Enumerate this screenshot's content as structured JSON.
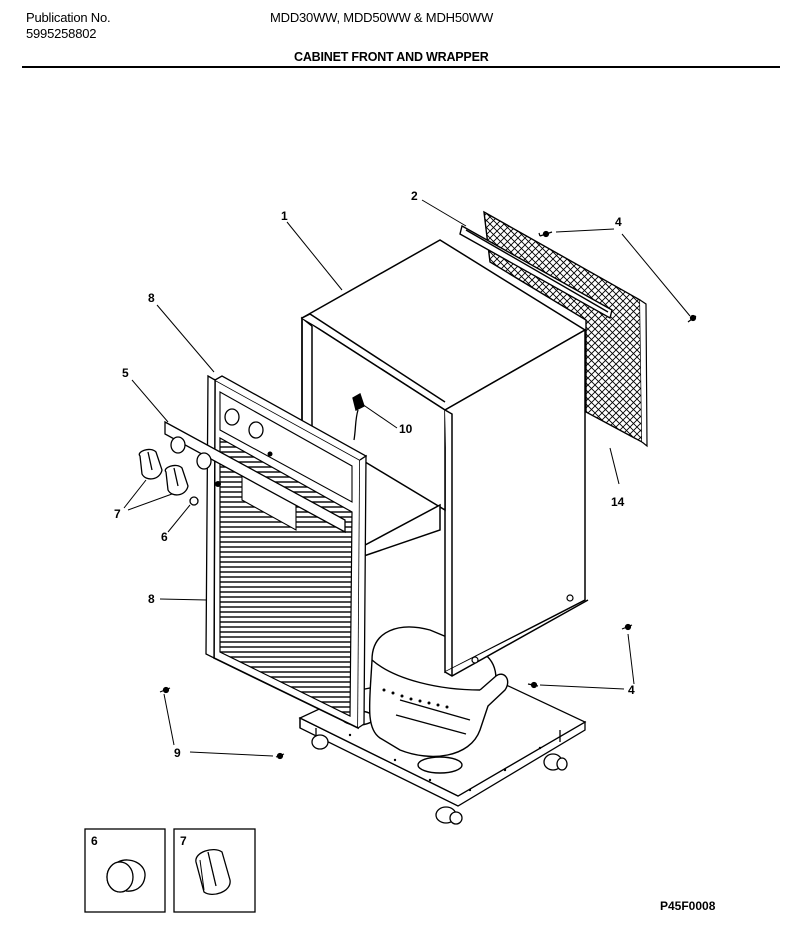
{
  "header": {
    "publication_label": "Publication No.",
    "publication_number": "5995258802",
    "models": "MDD30WW, MDD50WW & MDH50WW",
    "title": "CABINET FRONT AND WRAPPER"
  },
  "callouts": {
    "c1": "1",
    "c2": "2",
    "c4a": "4",
    "c4b": "4",
    "c5": "5",
    "c6": "6",
    "c7": "7",
    "c8a": "8",
    "c8b": "8",
    "c9": "9",
    "c10": "10",
    "c14": "14"
  },
  "insets": {
    "left_label": "6",
    "right_label": "7"
  },
  "figure_code": "P45F0008"
}
